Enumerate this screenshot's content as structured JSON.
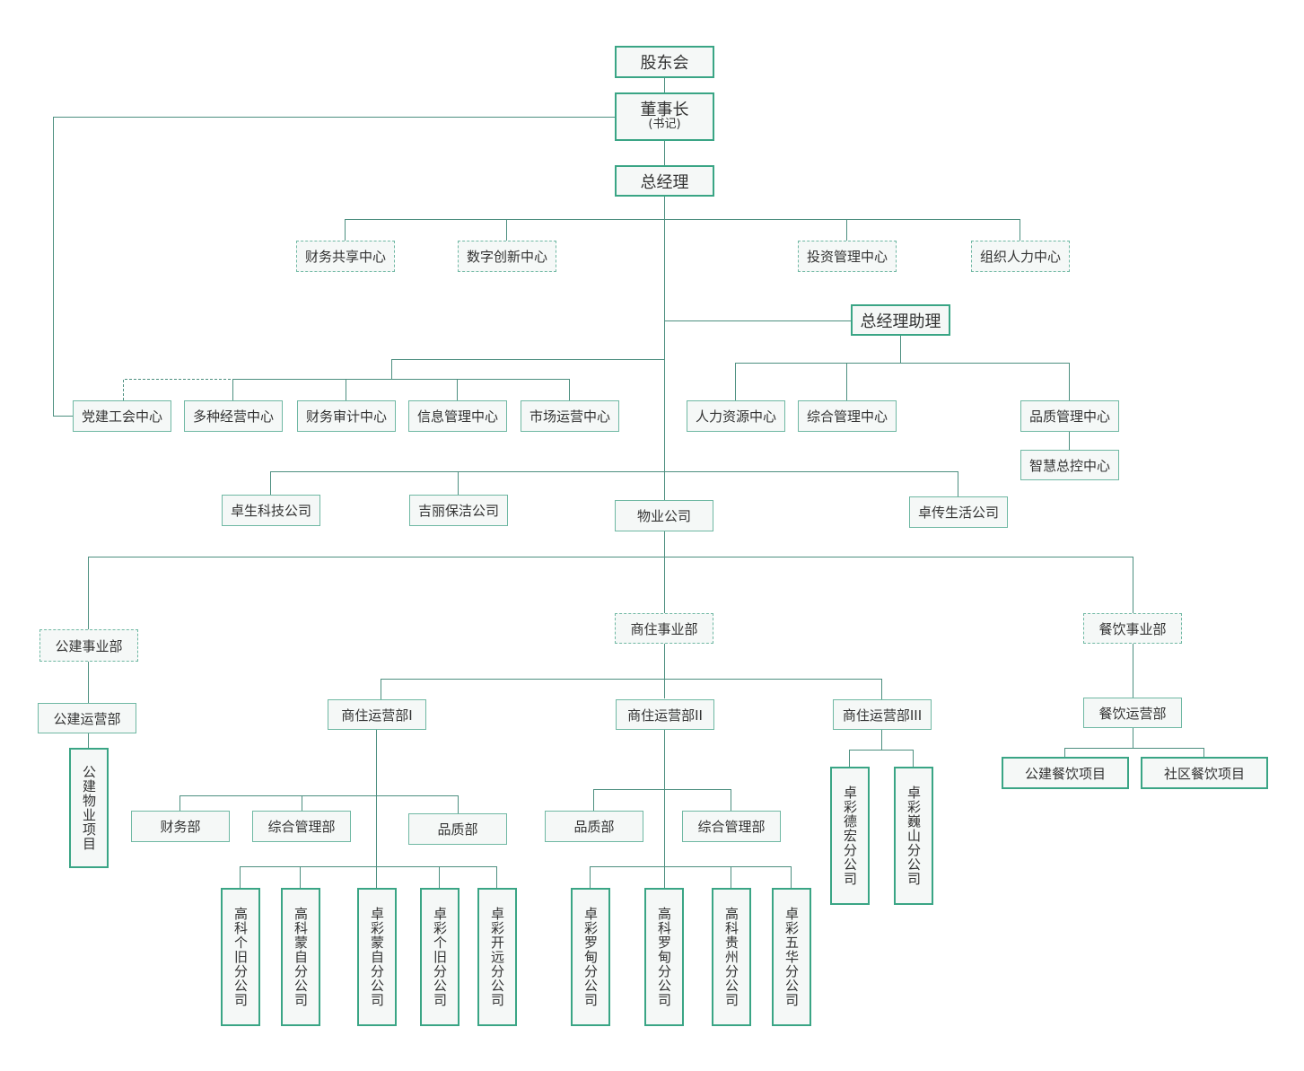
{
  "colors": {
    "line": "#4d8f80",
    "border": "#6fb8a3",
    "border_bold": "#3aa585",
    "fill": "#f5f8f7",
    "text": "#333333"
  },
  "nodes": {
    "shareholders": "股东会",
    "chairman": "董事长",
    "chairman_note": "(书记)",
    "gm": "总经理",
    "finance_shared": "财务共享中心",
    "digital_innovation": "数字创新中心",
    "investment_mgmt": "投资管理中心",
    "org_hr": "组织人力中心",
    "gm_assistant": "总经理助理",
    "party_union": "党建工会中心",
    "diversified": "多种经营中心",
    "finance_audit": "财务审计中心",
    "info_mgmt": "信息管理中心",
    "market_ops": "市场运营中心",
    "hr_center": "人力资源中心",
    "general_mgmt_center": "综合管理中心",
    "quality_center": "品质管理中心",
    "smart_control": "智慧总控中心",
    "zhuosheng_tech": "卓生科技公司",
    "jili_cleaning": "吉丽保洁公司",
    "property_co": "物业公司",
    "zhuochuan_life": "卓传生活公司",
    "public_bu": "公建事业部",
    "commercial_bu": "商住事业部",
    "catering_bu": "餐饮事业部",
    "public_ops": "公建运营部",
    "public_property_proj": "公建物业项目",
    "comm_ops_1": "商住运营部I",
    "comm_ops_2": "商住运营部II",
    "comm_ops_3": "商住运营部III",
    "catering_ops": "餐饮运营部",
    "finance_dept": "财务部",
    "general_mgmt_dept_1": "综合管理部",
    "quality_dept_1": "品质部",
    "quality_dept_2": "品质部",
    "general_mgmt_dept_2": "综合管理部",
    "public_catering": "公建餐饮项目",
    "community_catering": "社区餐饮项目",
    "gaoke_gejiu": "高科个旧分公司",
    "gaoke_mengzi": "高科蒙自分公司",
    "zhuocai_mengzi": "卓彩蒙自分公司",
    "zhuocai_gejiu": "卓彩个旧分公司",
    "zhuocai_kaiyuan": "卓彩开远分公司",
    "zhuocai_luodian": "卓彩罗甸分公司",
    "gaoke_luodian": "高科罗甸分公司",
    "gaoke_guizhou": "高科贵州分公司",
    "zhuocai_wuhua": "卓彩五华分公司",
    "zhuocai_dehong": "卓彩德宏分公司",
    "zhuocai_weishan": "卓彩巍山分公司"
  }
}
